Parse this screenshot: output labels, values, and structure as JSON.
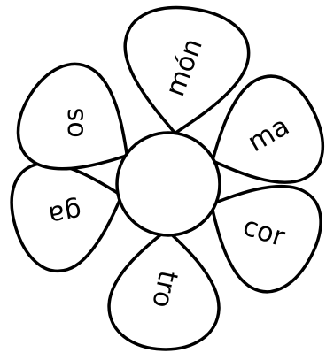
{
  "flower": {
    "syllables": [
      "món",
      "ma",
      "cor",
      "tro",
      "ga",
      "os"
    ]
  }
}
